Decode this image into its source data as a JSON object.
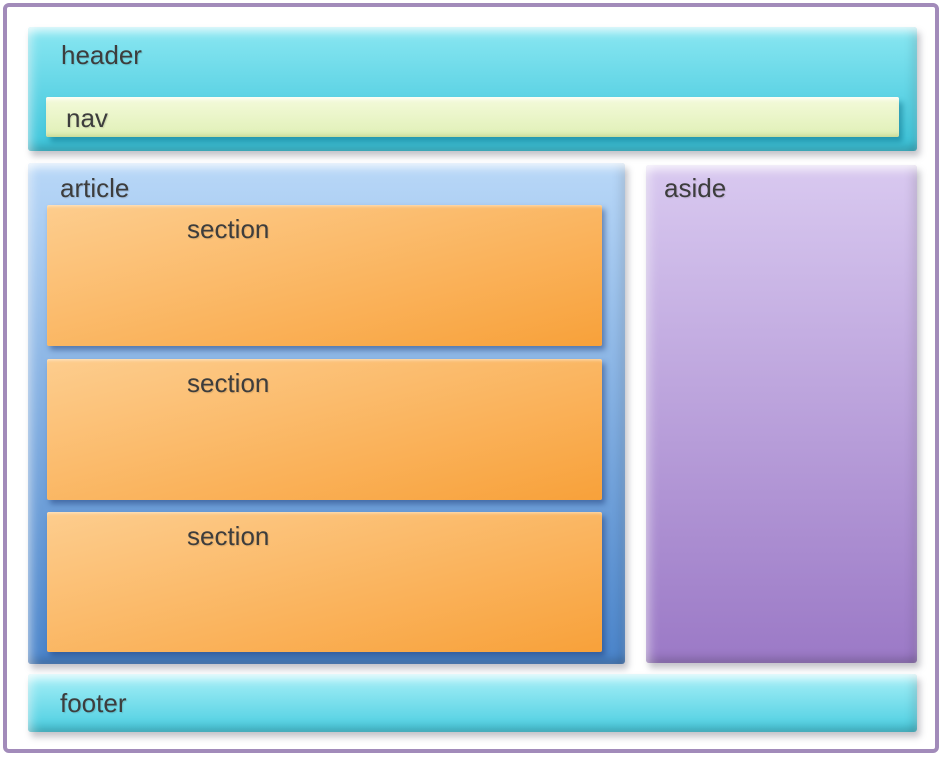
{
  "colors": {
    "canvas-bg": "#ffffff",
    "frame-border": "#a28bba",
    "label-text": "#3d3d3d",
    "header-top": "#8ae7f2",
    "header-bottom": "#3cc4da",
    "nav-top": "#f4fadb",
    "nav-bottom": "#e0f0b6",
    "article-top": "#b9d8f8",
    "article-bottom": "#4a84ca",
    "section-top": "#fdcd8e",
    "section-bottom": "#f8a13a",
    "aside-top": "#d9c9f0",
    "aside-bottom": "#9b79c6",
    "footer-top": "#a8f0f8",
    "footer-bottom": "#49cde0"
  },
  "layout_boxes": {
    "header": {
      "label": "header"
    },
    "nav": {
      "label": "nav"
    },
    "article": {
      "label": "article"
    },
    "sections": [
      {
        "label": "section"
      },
      {
        "label": "section"
      },
      {
        "label": "section"
      }
    ],
    "aside": {
      "label": "aside"
    },
    "footer": {
      "label": "footer"
    }
  }
}
